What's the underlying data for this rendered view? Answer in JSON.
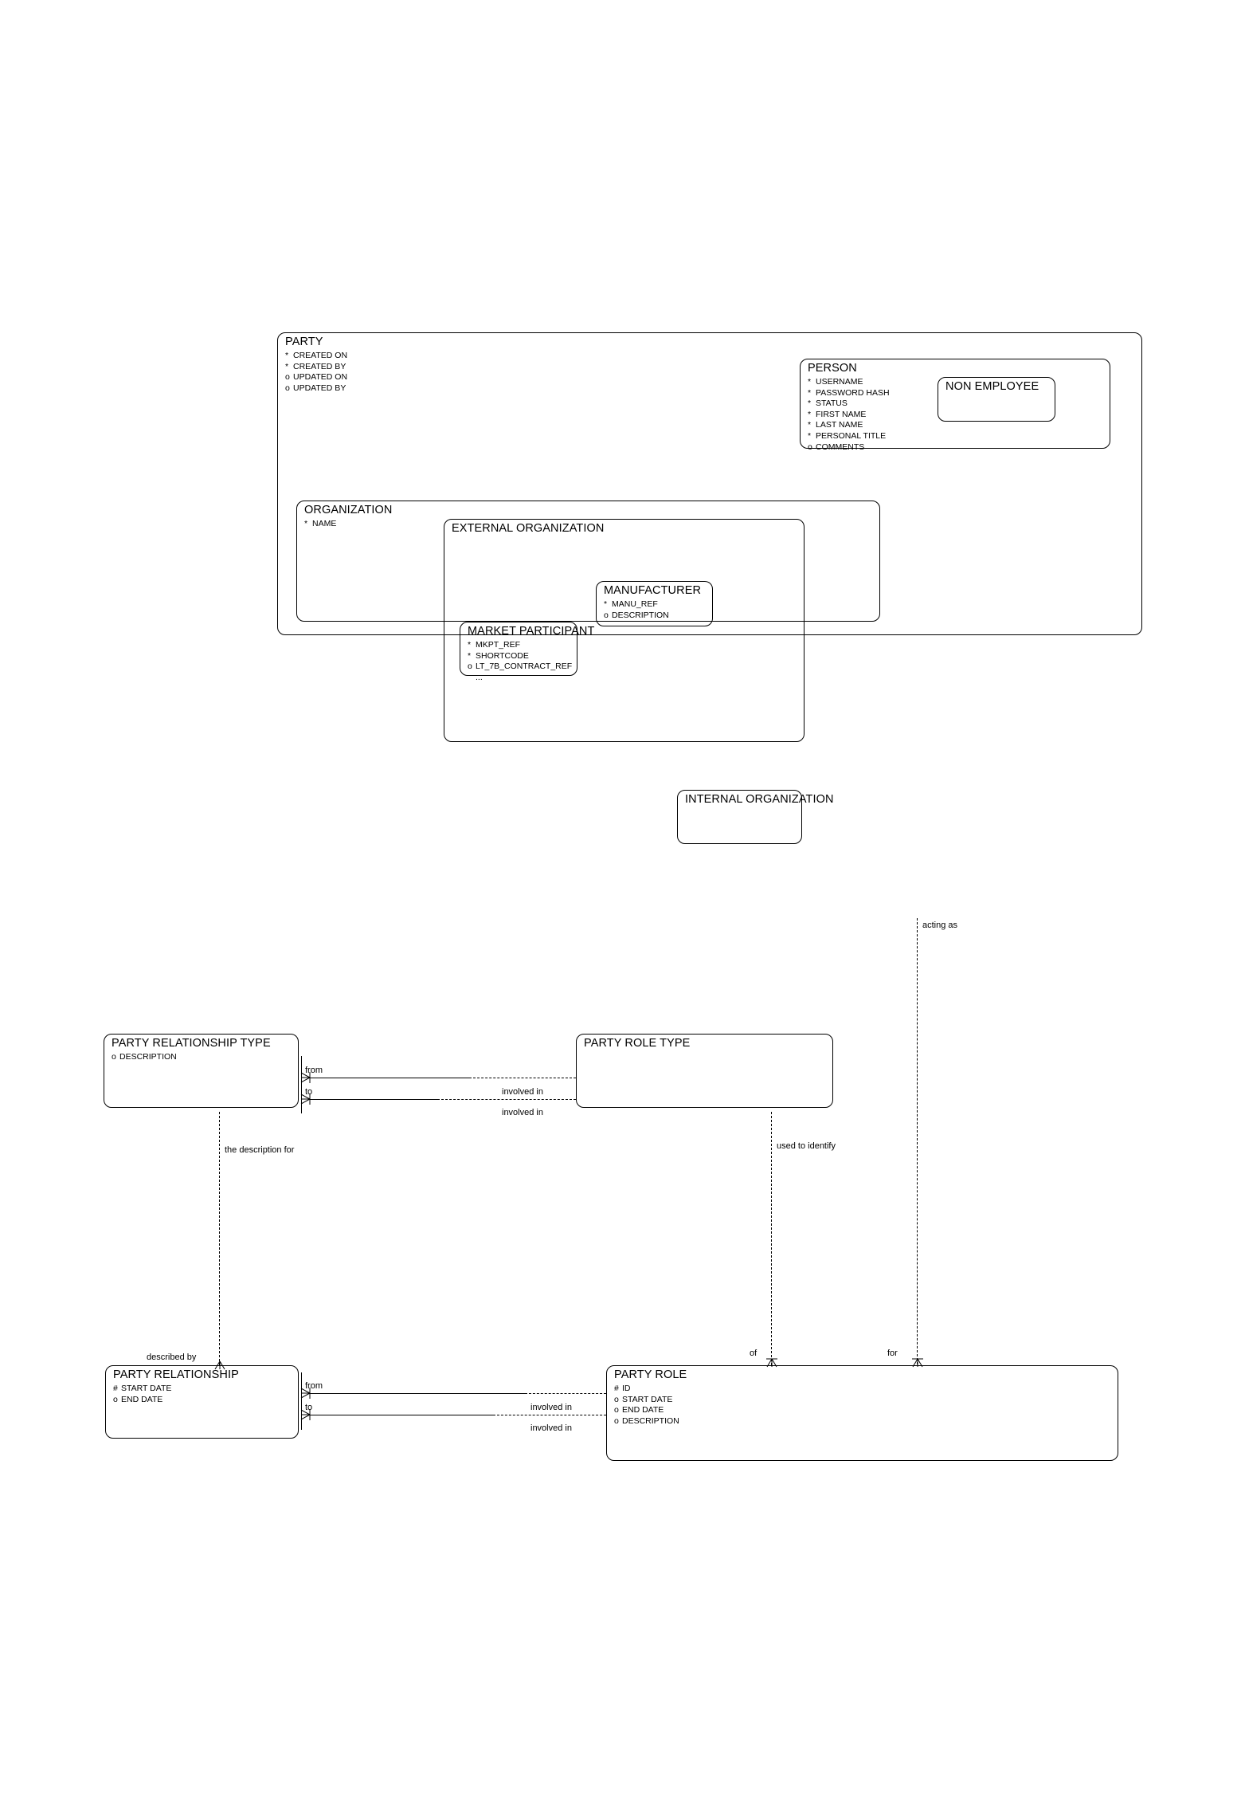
{
  "diagram": {
    "title": "Party Entity Relationship Diagram",
    "type": "entity-relationship-diagram",
    "background": "#ffffff",
    "line_color": "#000000"
  },
  "entities": {
    "party": {
      "name": "PARTY",
      "attributes": [
        {
          "mark": "*",
          "label": "CREATED ON"
        },
        {
          "mark": "*",
          "label": "CREATED BY"
        },
        {
          "mark": "o",
          "label": "UPDATED ON"
        },
        {
          "mark": "o",
          "label": "UPDATED BY"
        }
      ]
    },
    "person": {
      "name": "PERSON",
      "attributes": [
        {
          "mark": "*",
          "label": "USERNAME"
        },
        {
          "mark": "*",
          "label": "PASSWORD HASH"
        },
        {
          "mark": "*",
          "label": "STATUS"
        },
        {
          "mark": "*",
          "label": "FIRST NAME"
        },
        {
          "mark": "*",
          "label": "LAST NAME"
        },
        {
          "mark": "*",
          "label": "PERSONAL TITLE"
        },
        {
          "mark": "o",
          "label": "COMMENTS"
        }
      ]
    },
    "non_employee": {
      "name": "NON EMPLOYEE",
      "attributes": []
    },
    "organization": {
      "name": "ORGANIZATION",
      "attributes": [
        {
          "mark": "*",
          "label": "NAME"
        }
      ]
    },
    "external_organization": {
      "name": "EXTERNAL ORGANIZATION",
      "attributes": []
    },
    "manufacturer": {
      "name": "MANUFACTURER",
      "attributes": [
        {
          "mark": "*",
          "label": "MANU_REF"
        },
        {
          "mark": "o",
          "label": "DESCRIPTION"
        }
      ]
    },
    "market_participant": {
      "name": "MARKET PARTICIPANT",
      "attributes": [
        {
          "mark": "*",
          "label": "MKPT_REF"
        },
        {
          "mark": "*",
          "label": "SHORTCODE"
        },
        {
          "mark": "o",
          "label": "LT_7B_CONTRACT_REF"
        },
        {
          "mark": "",
          "label": "..."
        }
      ]
    },
    "internal_organization": {
      "name": "INTERNAL ORGANIZATION",
      "attributes": []
    },
    "party_relationship_type": {
      "name": "PARTY RELATIONSHIP TYPE",
      "attributes": [
        {
          "mark": "o",
          "label": "DESCRIPTION"
        }
      ]
    },
    "party_role_type": {
      "name": "PARTY ROLE TYPE",
      "attributes": []
    },
    "party_relationship": {
      "name": "PARTY RELATIONSHIP",
      "attributes": [
        {
          "mark": "#",
          "label": "START DATE"
        },
        {
          "mark": "o",
          "label": "END DATE"
        }
      ]
    },
    "party_role": {
      "name": "PARTY ROLE",
      "attributes": [
        {
          "mark": "#",
          "label": "ID"
        },
        {
          "mark": "o",
          "label": "START DATE"
        },
        {
          "mark": "o",
          "label": "END DATE"
        },
        {
          "mark": "o",
          "label": "DESCRIPTION"
        }
      ]
    }
  },
  "relationships": {
    "acting_as": "acting as",
    "prt_from": "from",
    "prt_to": "to",
    "prt_involved_in_1": "involved in",
    "prt_involved_in_2": "involved in",
    "the_description_for": "the description for",
    "used_to_identify": "used to identify",
    "described_by": "described by",
    "pr_from": "from",
    "pr_to": "to",
    "pr_involved_in_1": "involved in",
    "pr_involved_in_2": "involved in",
    "of": "of",
    "for": "for"
  }
}
